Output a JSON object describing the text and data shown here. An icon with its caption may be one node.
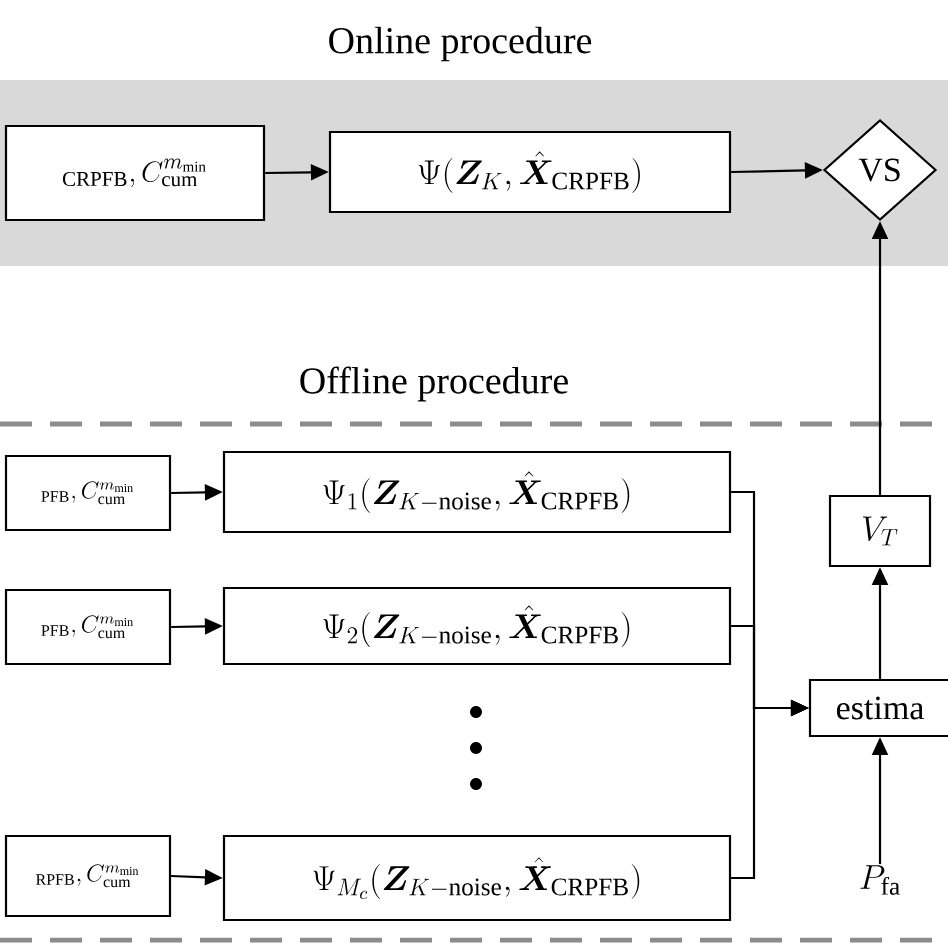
{
  "diagram": {
    "nodes": [
      {
        "text": [
          "_{\\mathrm{CRPFB}}, C_{\\mathrm{cum}}^{m_{\\min}}"
        ]
      },
      {
        "text": [
          "\\Psi(\\boldsymbol{Z}_K, \\hat{\\boldsymbol{X}}_{\\mathrm{CRPFB}})"
        ]
      },
      {
        "text": [
          "\\mathrm{VS}"
        ]
      },
      {
        "text": [
          "_{\\mathrm{PFB}}, C_{\\mathrm{cum}}^{m_{\\min}}"
        ]
      },
      {
        "text": [
          "\\Psi_1(\\boldsymbol{Z}_{K-\\mathrm{noise}}, \\hat{\\boldsymbol{X}}_{\\mathrm{CRPFB}})"
        ]
      },
      {
        "text": [
          "_{\\mathrm{PFB}}, C_{\\mathrm{cum}}^{m_{\\min}}"
        ]
      },
      {
        "text": [
          "\\Psi_2(\\boldsymbol{Z}_{K-\\mathrm{noise}}, \\hat{\\boldsymbol{X}}_{\\mathrm{CRPFB}})"
        ]
      },
      {
        "text": [
          "_{\\mathrm{RPFB}}, C_{\\mathrm{cum}}^{m_{\\min}}"
        ]
      },
      {
        "text": [
          "\\Psi_{M_c}(\\boldsymbol{Z}_{K-\\mathrm{noise}}, \\hat{\\boldsymbol{X}}_{\\mathrm{CRPFB}})"
        ]
      },
      {
        "text": [
          "\\mathrm{estima}"
        ]
      },
      {
        "text": [
          "V_T"
        ]
      },
      {
        "text": [
          "P_{\\mathrm{fa}}"
        ]
      }
    ],
    "edges": [
      {
        "from": 0,
        "to": 1,
        "arrow": "to"
      },
      {
        "from": 1,
        "to": 2,
        "arrow": "to"
      },
      {
        "from": 3,
        "to": 4,
        "arrow": "to"
      },
      {
        "from": 5,
        "to": 6,
        "arrow": "to"
      },
      {
        "from": 7,
        "to": 8,
        "arrow": "to"
      },
      {
        "from": 4,
        "to": 9,
        "arrow": "to"
      },
      {
        "from": 6,
        "to": 9,
        "arrow": "to"
      },
      {
        "from": 8,
        "to": 9,
        "arrow": "to"
      },
      {
        "from": 9,
        "to": 10,
        "arrow": "to"
      },
      {
        "from": 10,
        "to": 2,
        "arrow": "to"
      },
      {
        "from": 11,
        "to": 9,
        "arrow": "to"
      }
    ],
    "labels": [
      "Online procedure",
      "Offline procedure"
    ]
  }
}
